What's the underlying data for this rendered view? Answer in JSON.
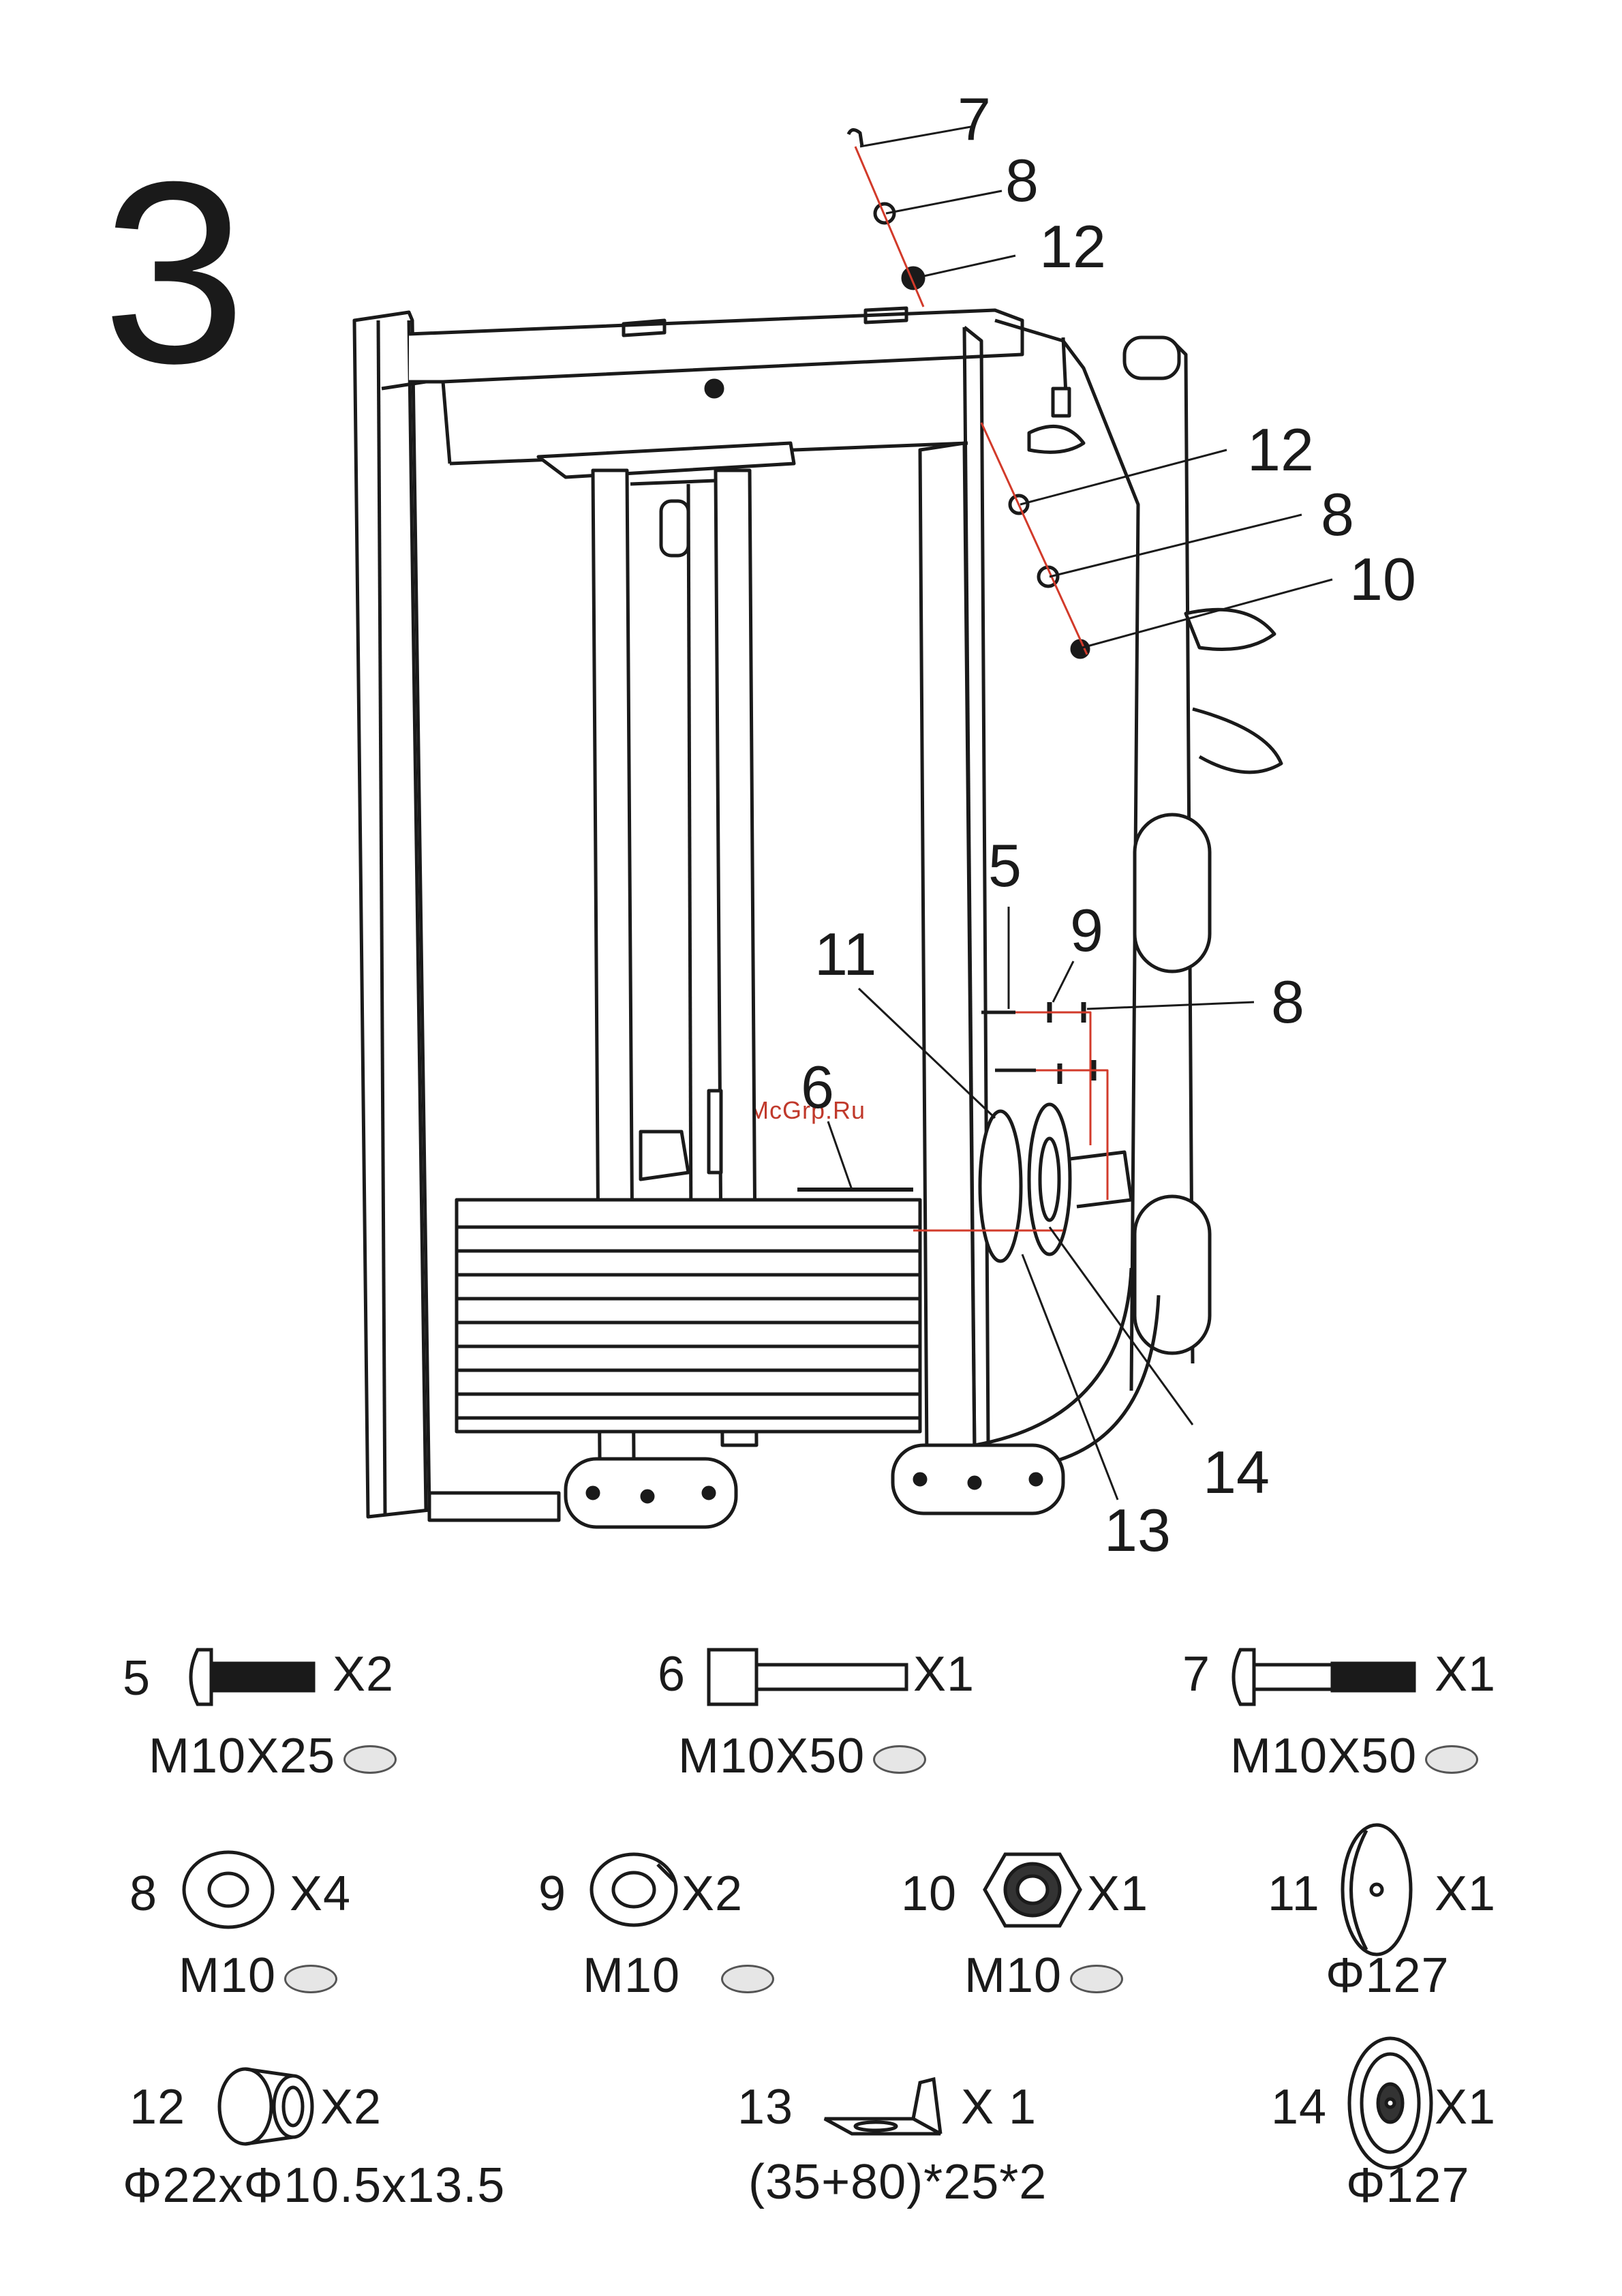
{
  "step": "3",
  "watermark": "McGrp.Ru",
  "callouts": [
    "7",
    "8",
    "12",
    "12",
    "8",
    "10",
    "5",
    "9",
    "8",
    "11",
    "6",
    "14",
    "13"
  ],
  "parts": [
    {
      "num": "5",
      "qty": "X2",
      "spec": "M10X25",
      "icon": "carriage-bolt-icon",
      "oval": true
    },
    {
      "num": "6",
      "qty": "X1",
      "spec": "M10X50",
      "icon": "hex-socket-bolt-icon",
      "oval": true
    },
    {
      "num": "7",
      "qty": "X1",
      "spec": "M10X50",
      "icon": "carriage-bolt-icon",
      "oval": true
    },
    {
      "num": "8",
      "qty": "X4",
      "spec": "M10",
      "icon": "flat-washer-icon",
      "oval": true
    },
    {
      "num": "9",
      "qty": "X2",
      "spec": "M10",
      "icon": "spring-washer-icon",
      "oval": true
    },
    {
      "num": "10",
      "qty": "X1",
      "spec": "M10",
      "icon": "lock-nut-icon",
      "oval": true
    },
    {
      "num": "11",
      "qty": "X1",
      "spec": "Φ127",
      "icon": "pulley-cover-icon",
      "oval": false
    },
    {
      "num": "12",
      "qty": "X2",
      "spec": "Φ22xΦ10.5x13.5",
      "icon": "bushing-icon",
      "oval": false
    },
    {
      "num": "13",
      "qty": "X 1",
      "spec": "(35+80)*25*2",
      "icon": "bracket-icon",
      "oval": false
    },
    {
      "num": "14",
      "qty": "X1",
      "spec": "Φ127",
      "icon": "pulley-icon",
      "oval": false
    }
  ]
}
